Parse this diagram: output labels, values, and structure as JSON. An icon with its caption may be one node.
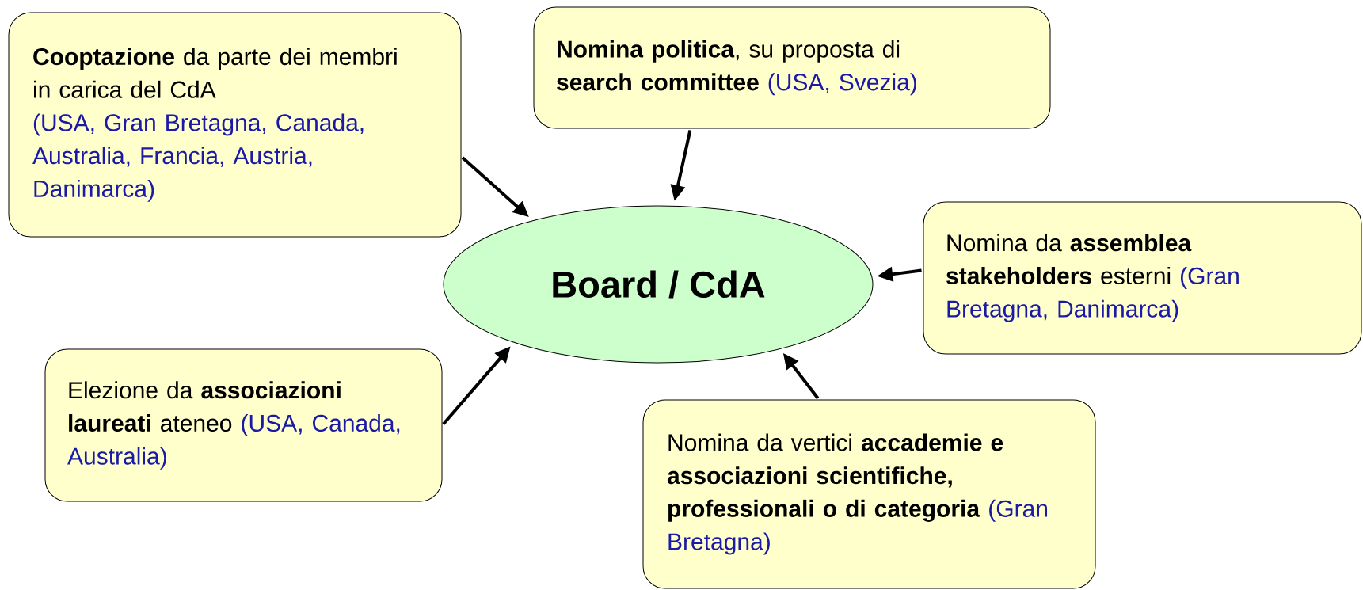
{
  "diagram": {
    "nodes": [
      {
        "text": [
          "**Cooptazione** da parte dei membri in carica del CdA",
          "(USA, Gran Bretagna, Canada, Australia, Francia, Austria, Danimarca)"
        ]
      },
      {
        "text": [
          "**Nomina politica**, su proposta di **search committee**",
          "(USA, Svezia)"
        ]
      },
      {
        "text": [
          "Board / CdA"
        ]
      },
      {
        "text": [
          "Nomina da **assemblea stakeholders** esterni",
          "(Gran Bretagna, Danimarca)"
        ]
      },
      {
        "text": [
          "Elezione da **associazioni laureati** ateneo",
          "(USA, Canada, Australia)"
        ]
      },
      {
        "text": [
          "Nomina da vertici **accademie e associazioni scientifiche, professionali o di categoria**",
          "(Gran Bretagna)"
        ]
      }
    ],
    "edges": [
      {
        "from": 0,
        "to": 2,
        "arrow": "to"
      },
      {
        "from": 1,
        "to": 2,
        "arrow": "to"
      },
      {
        "from": 3,
        "to": 2,
        "arrow": "to"
      },
      {
        "from": 4,
        "to": 2,
        "arrow": "to"
      },
      {
        "from": 5,
        "to": 2,
        "arrow": "to"
      }
    ]
  }
}
